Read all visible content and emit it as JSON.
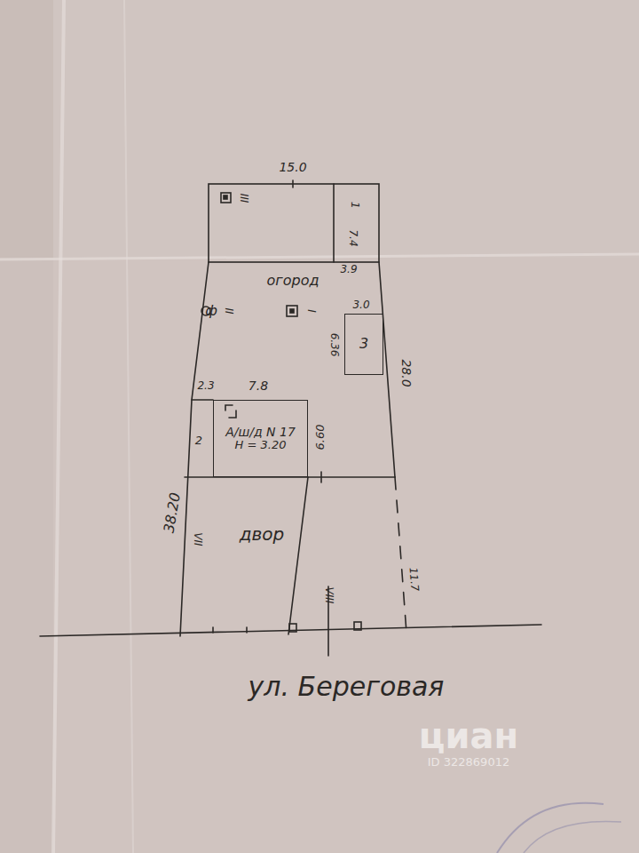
{
  "diagram": {
    "nodes": [
      {
        "text": [
          "А/ш/д N 17",
          "Н = 3.20"
        ]
      },
      {
        "text": [
          "3"
        ]
      }
    ],
    "labels": [
      "15.0",
      "III",
      "7.4",
      "1",
      "3.9",
      "огород",
      "ф",
      "II",
      "I",
      "3.0",
      "6.36",
      "28.0",
      "2.3",
      "7.8",
      "2",
      "6.60",
      "38.20",
      "VII",
      "двор",
      "VIII",
      "11.7",
      "ул. Береговая",
      "циан",
      "ID 322869012"
    ]
  }
}
